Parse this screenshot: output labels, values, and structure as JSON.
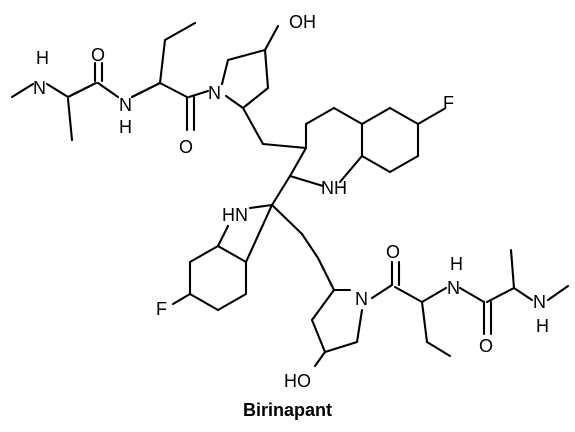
{
  "figure": {
    "caption": "Birinapant",
    "stroke_color": "#000000",
    "background_color": "#ffffff"
  },
  "atoms": {
    "oh_top": "OH",
    "h_top_left": "H",
    "n_top_left": "N",
    "o_top_left": "O",
    "n_top_amide": "N",
    "h_top_amide": "H",
    "n_top_pyrrolidine": "N",
    "o_top_carbonyl": "O",
    "f_top": "F",
    "nh_top_indole": "NH",
    "hn_bottom_indole": "HN",
    "f_bottom": "F",
    "n_bottom_pyrrolidine": "N",
    "o_bottom_carbonyl": "O",
    "h_bottom_amide": "H",
    "n_bottom_amide": "N",
    "o_bottom_amide": "O",
    "n_bottom_right": "N",
    "h_bottom_right": "H",
    "ho_bottom": "HO"
  }
}
